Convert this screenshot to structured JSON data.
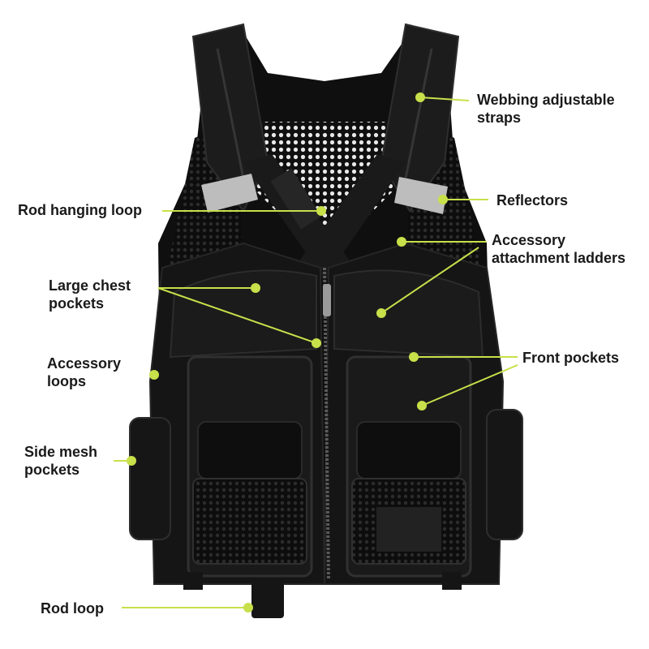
{
  "colors": {
    "background": "#ffffff",
    "vest": "#141414",
    "accent": "#c8e04a",
    "reflector": "#bdbdbd",
    "text": "#1a1a1a"
  },
  "callouts": {
    "webbing": [
      "Webbing adjustable",
      "straps"
    ],
    "reflectors": [
      "Reflectors"
    ],
    "rod_hanging_loop": [
      "Rod hanging loop"
    ],
    "accessory_ladders": [
      "Accessory",
      "attachment ladders"
    ],
    "large_chest_pockets": [
      "Large chest",
      "pockets"
    ],
    "accessory_loops": [
      "Accessory",
      "loops"
    ],
    "front_pockets": [
      "Front pockets"
    ],
    "side_mesh_pockets": [
      "Side mesh",
      "pockets"
    ],
    "rod_loop": [
      "Rod loop"
    ]
  }
}
